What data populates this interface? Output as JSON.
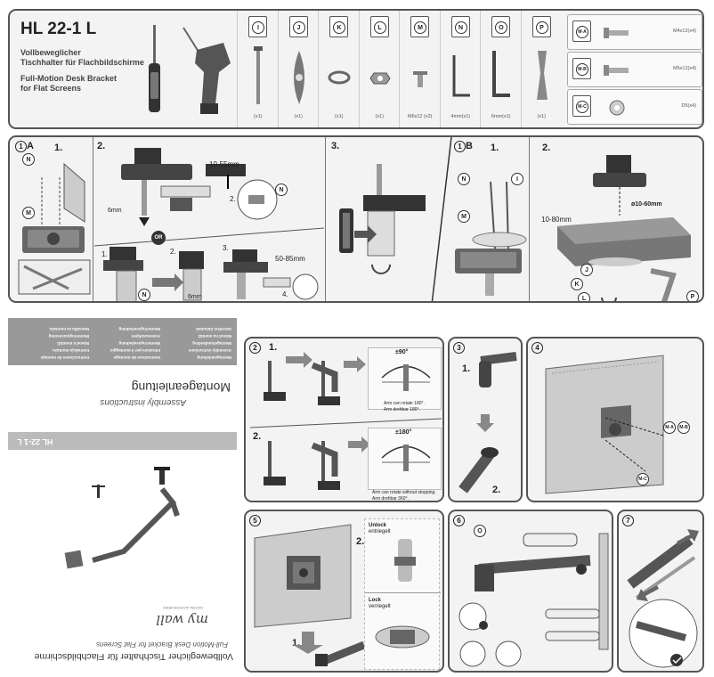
{
  "header": {
    "model": "HL 22-1 L",
    "title_de_1": "Vollbeweglicher",
    "title_de_2": "Tischhalter für Flachbildschirme",
    "title_en_1": "Full-Motion Desk Bracket",
    "title_en_2": "for Flat Screens"
  },
  "parts": [
    {
      "letter": "I",
      "qty": "(x1)"
    },
    {
      "letter": "J",
      "qty": "(x1)"
    },
    {
      "letter": "K",
      "qty": "(x1)"
    },
    {
      "letter": "L",
      "qty": "(x1)"
    },
    {
      "letter": "M",
      "qty": "M6x12 (x2)"
    },
    {
      "letter": "N",
      "qty": "4mm(x1)"
    },
    {
      "letter": "O",
      "qty": "6mm(x1)"
    },
    {
      "letter": "P",
      "qty": "(x1)"
    }
  ],
  "screws": [
    {
      "letter": "M-A",
      "spec": "M4x12(x4)"
    },
    {
      "letter": "M-B",
      "spec": "M5x12(x4)"
    },
    {
      "letter": "M-C",
      "spec": "D5(x4)"
    }
  ],
  "step1a": {
    "label": "A",
    "sub1": "1.",
    "sub2": "2.",
    "sub3": "3.",
    "range1": "10-55mm",
    "range2": "50-85mm",
    "tool": "6mm",
    "tool2": "6mm",
    "or": "OR",
    "s21": "2.",
    "s31": "1.",
    "s32": "2.",
    "s33": "3.",
    "s34": "4."
  },
  "step1b": {
    "label": "B",
    "sub1": "1.",
    "sub2": "2.",
    "range_hole": "ø10-60mm",
    "range_thick": "10-80mm"
  },
  "step2": {
    "num": "2",
    "sub1": "1.",
    "sub2": "2.",
    "angle1": "±90°",
    "angle2": "±180°",
    "note1_en": "Arm can rotate 180°.",
    "note1_de": "Arm drehbar 180°.",
    "note2_en": "Arm can rotate without stopping.",
    "note2_de": "Arm drehbar 360°."
  },
  "step3": {
    "num": "3",
    "sub1": "1.",
    "sub2": "2."
  },
  "step4": {
    "num": "4"
  },
  "step5": {
    "num": "5",
    "sub1": "1.",
    "sub2": "2.",
    "unlock_en": "Unlock",
    "unlock_de": "entriegelt",
    "lock_en": "Lock",
    "lock_de": "verriegelt"
  },
  "step6": {
    "num": "6"
  },
  "step7": {
    "num": "7"
  },
  "cover": {
    "model": "HL 22-1 L",
    "title_de": "Montageanleitung",
    "title_en": "Assembly instructions",
    "bottom_de": "Vollbeweglicher Tischhalter für Flachbildschirme",
    "bottom_en": "Full-Motion Desk Bracket for Flat Screens",
    "brand": "my wall",
    "brand_sub": "DIGITAL ACCESSORIES",
    "langs": [
      [
        "Montageanleitung",
        "Instructions de montage",
        "Instrucciones de montaje"
      ],
      [
        "Assembly instructions",
        "Istruzioni per il montaggio",
        "Instrukcja montażu"
      ],
      [
        "Montagehandleiding",
        "Monteringsvejledning",
        "Návod k montáži"
      ],
      [
        "Návod na montáž",
        "Asennusohjeet",
        "Monteringsanvisning"
      ],
      [
        "Szerelési útmutató",
        "Monteringsveiledning",
        "Navodila za montažo"
      ]
    ]
  }
}
